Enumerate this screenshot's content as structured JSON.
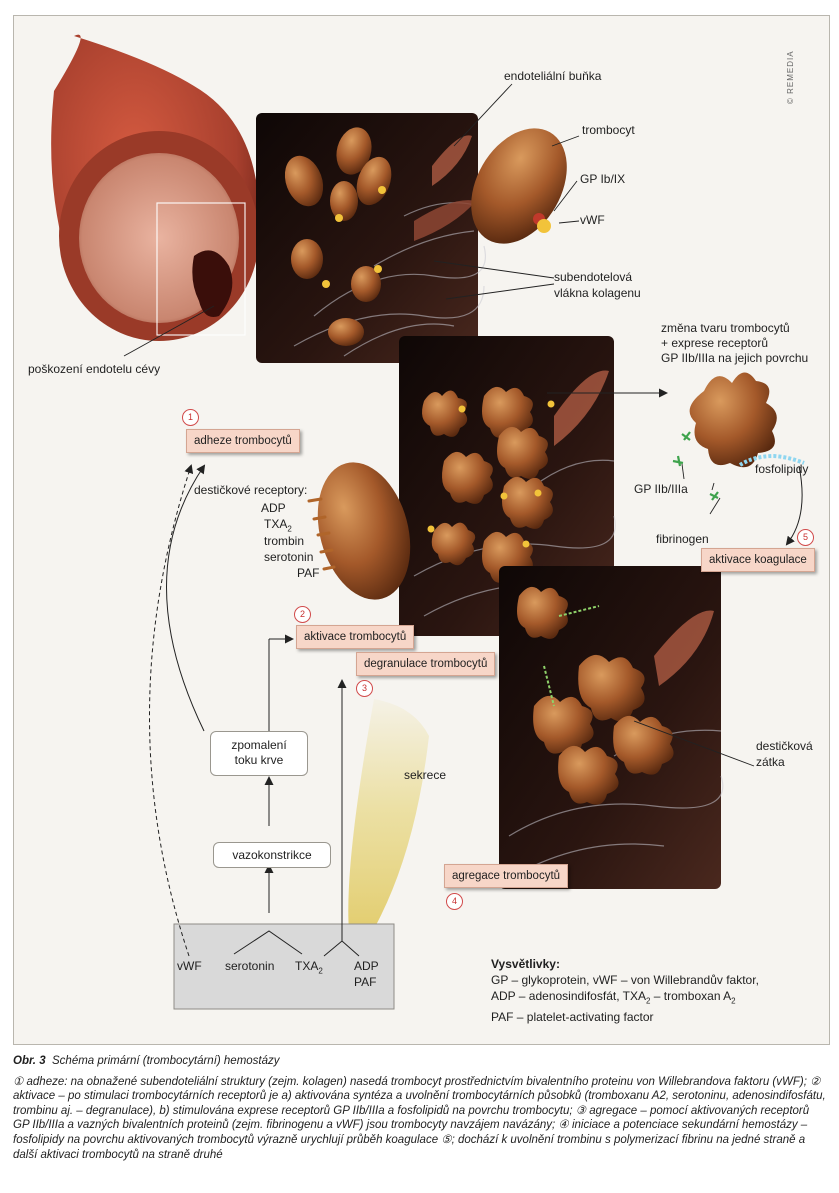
{
  "labels": {
    "endothelial_cell": "endoteliální buňka",
    "platelet": "trombocyt",
    "gp_ib_ix": "GP Ib/IX",
    "vwf_top": "vWF",
    "collagen_line1": "subendotelová",
    "collagen_line2": "vlákna kolagenu",
    "endothelium_damage": "poškození endotelu cévy",
    "shape_change_line1": "změna tvaru trombocytů",
    "shape_change_line2": "+ exprese receptorů",
    "shape_change_line3": "GP IIb/IIIa na jejich povrchu",
    "gp_iib_iiia": "GP IIb/IIIa",
    "phospholipids": "fosfolipidy",
    "fibrinogen": "fibrinogen",
    "receptors_title": "destičkové receptory:",
    "receptors": [
      "ADP",
      "TXA",
      "trombin",
      "serotonin",
      "PAF"
    ],
    "txa_sub": "2",
    "secretion": "sekrece",
    "platelet_plug_line1": "destičková",
    "platelet_plug_line2": "zátka"
  },
  "steps": {
    "adhesion": {
      "num": "1",
      "label": "adheze trombocytů"
    },
    "activation": {
      "num": "2",
      "label": "aktivace trombocytů"
    },
    "degranulation": {
      "num": "3",
      "label": "degranulace trombocytů"
    },
    "aggregation": {
      "num": "4",
      "label": "agregace trombocytů"
    },
    "coagulation": {
      "num": "5",
      "label": "aktivace koagulace"
    }
  },
  "flow": {
    "slowdown_line1": "zpomalení",
    "slowdown_line2": "toku krve",
    "vasoconstriction": "vazokonstrikce",
    "sources": {
      "vwf": "vWF",
      "serotonin": "serotonin",
      "txa": "TXA",
      "txa_sub": "2",
      "adp": "ADP",
      "paf": "PAF"
    }
  },
  "legend": {
    "title": "Vysvětlivky:",
    "line1": "GP – glykoprotein, vWF – von Willebrandův faktor,",
    "line2": "ADP – adenosindifosfát, TXA",
    "line2_sub": "2",
    "line2_rest": " – tromboxan A",
    "line2_sub2": "2",
    "line3": "PAF – platelet-activating factor"
  },
  "credit": "© REMEDIA",
  "caption": {
    "figure_label": "Obr. 3",
    "title": "Schéma primární (trombocytární) hemostázy",
    "p1": "① adheze: na obnažené subendoteliální struktury (zejm. kolagen) nasedá trombocyt prostřednictvím bivalentního proteinu von Willebrandova faktoru (vWF); ② aktivace – po stimulaci trombocytárních receptorů je a) aktivována syntéza a uvolnění trombocytárních působků (tromboxanu A2, serotoninu, adenosindifosfátu, trombinu aj. – degranulace), b) stimulována exprese receptorů GP IIb/IIIa a fosfolipidů na povrchu trombocytu; ③ agregace – pomocí aktivovaných receptorů GP IIb/IIIa a vazných bivalentních proteinů (zejm. fibrinogenu a vWF) jsou trombocyty navzájem navázány; ④ iniciace a potenciace sekundární hemostázy – fosfolipidy na povrchu aktivovaných trombocytů výrazně urychlují průběh koagulace ⑤; dochází k uvolnění trombinu s polymerizací fibrinu na jedné straně a další aktivaci trombocytů na straně druhé"
  },
  "colors": {
    "panel_dark": "#2a1510",
    "vessel": "#a8402e",
    "platelet": "#a4592a",
    "label_box": "#f7d6c8",
    "secretion": "#e8d98a",
    "marker": "#d14b4b"
  }
}
